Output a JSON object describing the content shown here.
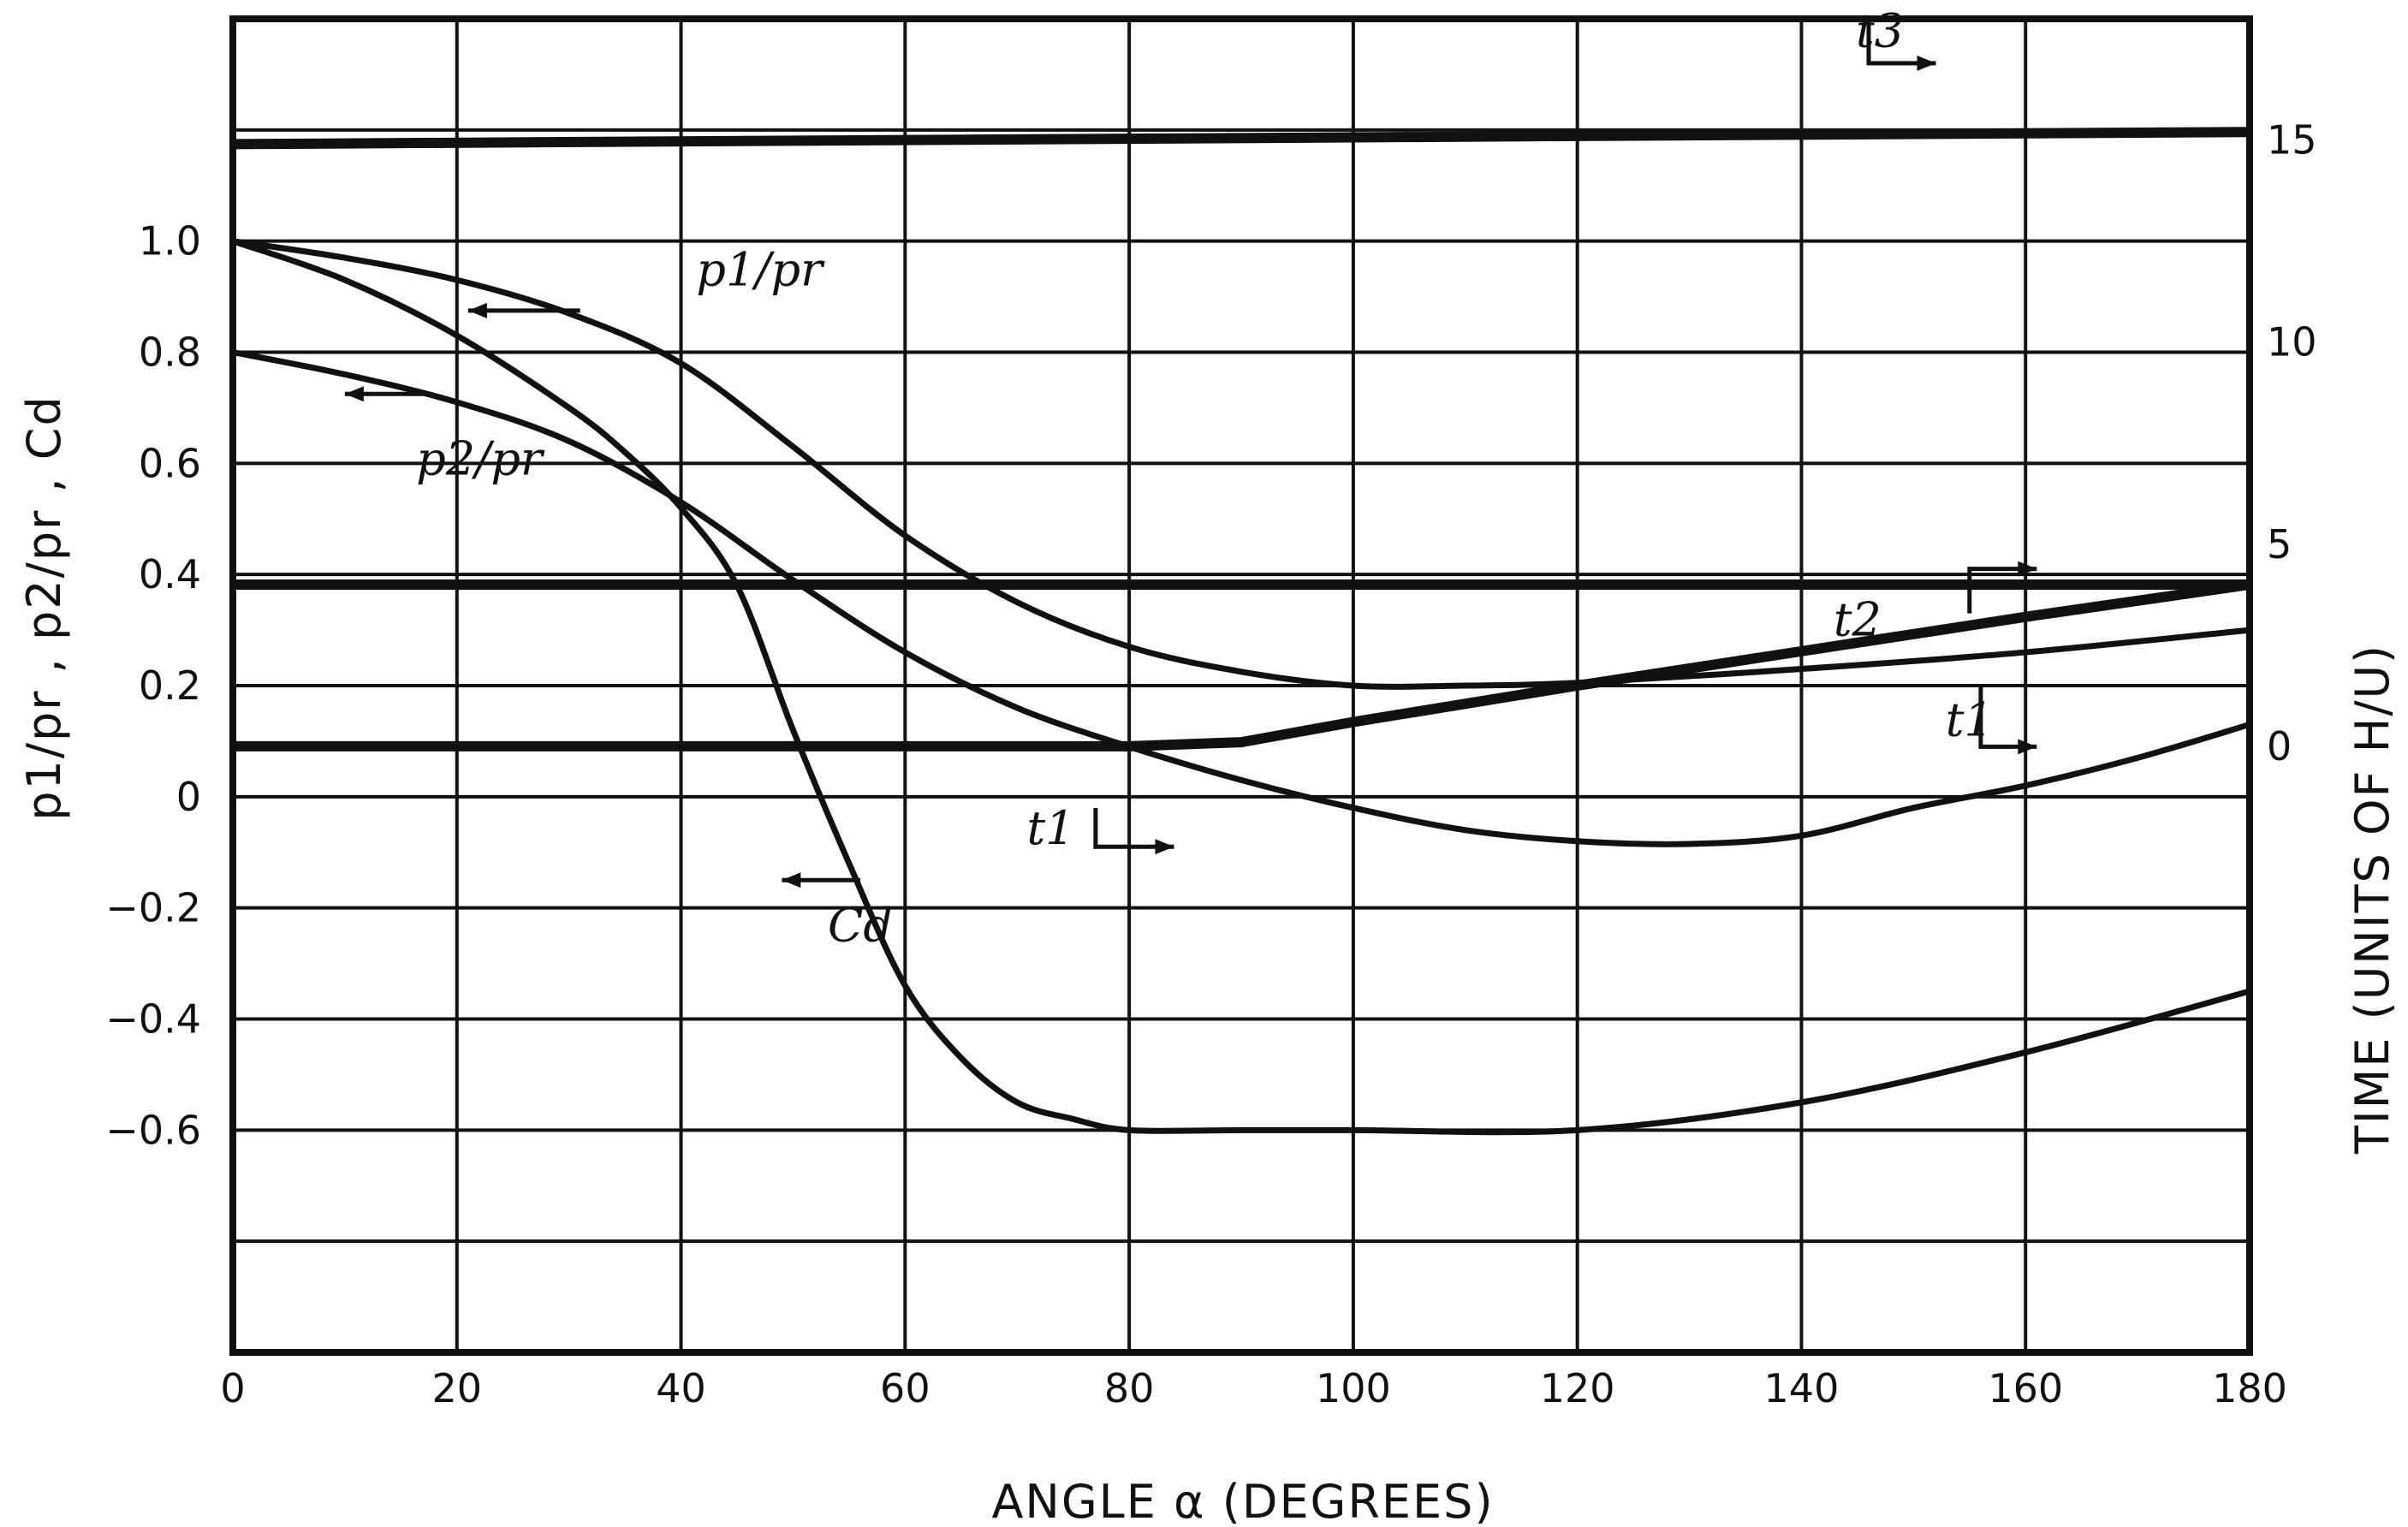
{
  "chart_data": {
    "type": "line",
    "xlabel": "ANGLE α (DEGREES)",
    "ylabel_left": "p1/pr , p2/pr , Cd",
    "ylabel_right": "TIME (UNITS OF H/U)",
    "xlim": [
      0,
      180
    ],
    "ylim_left": [
      -1.0,
      1.4
    ],
    "ylim_right": [
      -15,
      18
    ],
    "x_ticks": [
      "0",
      "20",
      "40",
      "60",
      "80",
      "100",
      "120",
      "140",
      "160",
      "180"
    ],
    "x_tick_values": [
      0,
      20,
      40,
      60,
      80,
      100,
      120,
      140,
      160,
      180
    ],
    "y_ticks_left": [
      "1.0",
      "0.8",
      "0.6",
      "0.4",
      "0.2",
      "0",
      "-0.2",
      "-0.4",
      "-0.6"
    ],
    "y_tick_values_left": [
      1.0,
      0.8,
      0.6,
      0.4,
      0.2,
      0,
      -0.2,
      -0.4,
      -0.6
    ],
    "y_ticks_right": [
      "15",
      "10",
      "5",
      "0"
    ],
    "y_tick_values_right": [
      15,
      10,
      5,
      0
    ],
    "grid": true,
    "series": [
      {
        "name": "p1/pr",
        "axis": "left",
        "x": [
          0,
          10,
          20,
          30,
          40,
          50,
          60,
          70,
          80,
          90,
          100,
          110,
          120,
          140,
          160,
          180
        ],
        "y": [
          1.0,
          0.97,
          0.93,
          0.87,
          0.78,
          0.63,
          0.47,
          0.35,
          0.27,
          0.225,
          0.2,
          0.2,
          0.205,
          0.23,
          0.26,
          0.3
        ]
      },
      {
        "name": "p2/pr",
        "axis": "left",
        "x": [
          0,
          10,
          20,
          30,
          40,
          50,
          60,
          70,
          80,
          90,
          100,
          110,
          120,
          130,
          140,
          150,
          160,
          170,
          180
        ],
        "y": [
          0.8,
          0.76,
          0.71,
          0.64,
          0.53,
          0.39,
          0.26,
          0.16,
          0.09,
          0.03,
          -0.02,
          -0.06,
          -0.08,
          -0.085,
          -0.07,
          -0.02,
          0.02,
          0.07,
          0.13
        ]
      },
      {
        "name": "Cd",
        "axis": "left",
        "x": [
          0,
          10,
          20,
          30,
          35,
          40,
          45,
          50,
          55,
          60,
          65,
          70,
          75,
          80,
          90,
          100,
          120,
          140,
          160,
          180
        ],
        "y": [
          1.0,
          0.93,
          0.83,
          0.7,
          0.62,
          0.52,
          0.38,
          0.12,
          -0.12,
          -0.34,
          -0.47,
          -0.55,
          -0.58,
          -0.6,
          -0.6,
          -0.6,
          -0.6,
          -0.55,
          -0.46,
          -0.35
        ]
      },
      {
        "name": "t1",
        "axis": "right",
        "x": [
          0,
          80,
          90,
          100,
          120,
          140,
          160,
          180
        ],
        "y": [
          0,
          0,
          0.1,
          0.6,
          1.5,
          2.35,
          3.2,
          4.0
        ]
      },
      {
        "name": "t2",
        "axis": "right",
        "x": [
          0,
          180
        ],
        "y": [
          4.0,
          4.0
        ]
      },
      {
        "name": "t3",
        "axis": "right",
        "x": [
          0,
          180
        ],
        "y": [
          14.9,
          15.2
        ]
      }
    ],
    "annotations": [
      {
        "text": "p1/pr",
        "x": 47,
        "y": 0.92
      },
      {
        "text": "p2/pr",
        "x": 22,
        "y": 0.58
      },
      {
        "text": "Cd",
        "x": 56,
        "y": -0.26
      },
      {
        "text": "t1",
        "x": 73,
        "y": -0.085
      },
      {
        "text": "t1",
        "x": 155,
        "y": 0.11
      },
      {
        "text": "t2",
        "x": 145,
        "y": 0.29
      },
      {
        "text": "t3",
        "x": 147,
        "y": 1.35
      }
    ]
  }
}
